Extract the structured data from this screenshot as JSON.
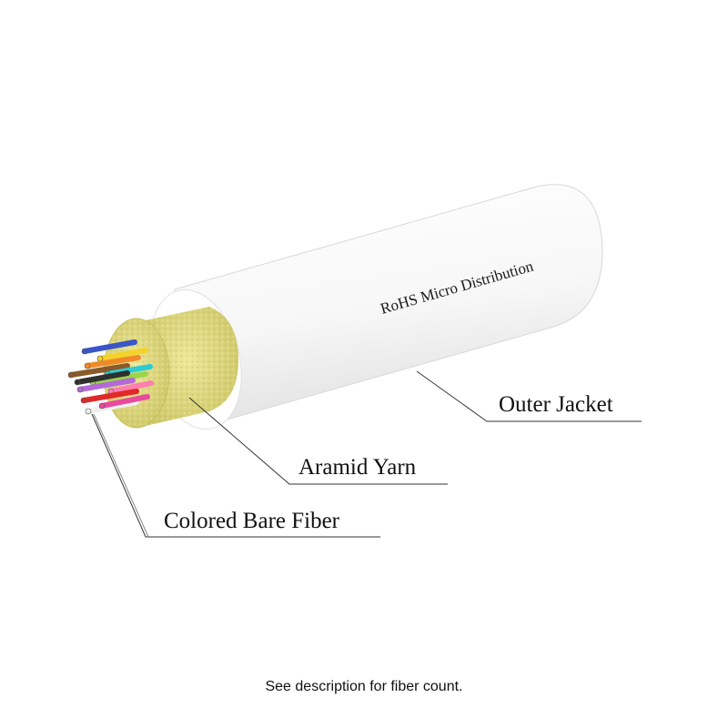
{
  "cable": {
    "jacket_print": "RoHS Micro Distribution",
    "colors": {
      "jacket": "#f8f8f8",
      "jacket_shadow": "#e4e4e4",
      "aramid": "#e6e08a",
      "aramid_dark": "#cfc86a",
      "fiber_colors": [
        "#3a55c8",
        "#f5d22a",
        "#f08a28",
        "#8a5a2a",
        "#2ecbd0",
        "#9ad44a",
        "#b36ad8",
        "#ff7fb0",
        "#e02a2a",
        "#f0f0f0",
        "#303030",
        "#e84aa0"
      ]
    }
  },
  "labels": {
    "outer_jacket": "Outer Jacket",
    "aramid_yarn": "Aramid Yarn",
    "colored_bare_fiber": "Colored Bare Fiber"
  },
  "footnote": "See description for fiber count."
}
